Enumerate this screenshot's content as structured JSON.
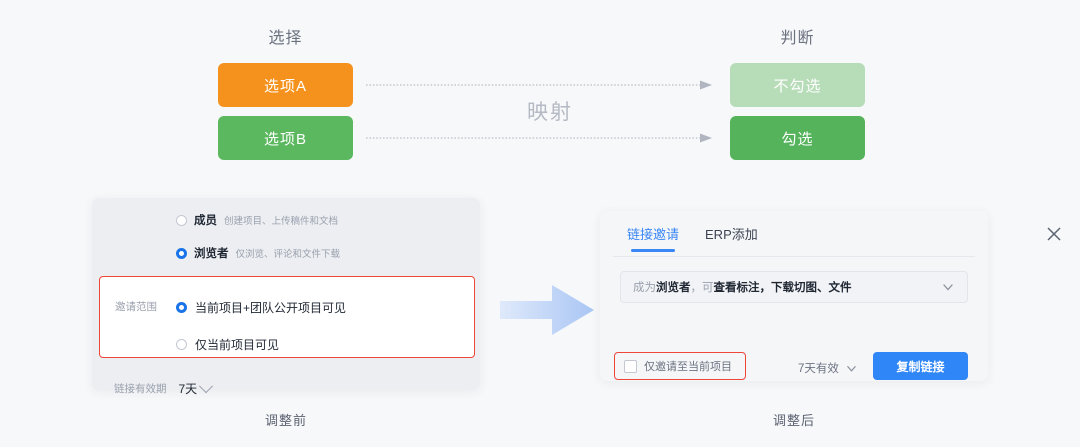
{
  "diagram": {
    "left_column_title": "选择",
    "right_column_title": "判断",
    "mapping_label": "映射",
    "boxes": {
      "option_a": "选项A",
      "option_b": "选项B",
      "unchecked": "不勾选",
      "checked": "勾选"
    },
    "colors": {
      "option_a_bg": "#f5921e",
      "option_b_bg": "#5bb85f",
      "unchecked_bg": "#b7dcb8",
      "checked_bg": "#55b35b",
      "connector": "#c5c9d1",
      "page_bg": "#f7f8fa"
    }
  },
  "before_panel": {
    "roles": [
      {
        "name": "成员",
        "desc": "创建项目、上传稿件和文档",
        "selected": false
      },
      {
        "name": "浏览者",
        "desc": "仅浏览、评论和文件下载",
        "selected": true
      }
    ],
    "scope_label": "邀请范围",
    "scope_options": [
      {
        "text": "当前项目+团队公开项目可见",
        "selected": true
      },
      {
        "text": "仅当前项目可见",
        "selected": false
      }
    ],
    "expiry_label": "链接有效期",
    "expiry_value": "7天",
    "highlight_color": "#ee4637"
  },
  "after_panel": {
    "tabs": [
      {
        "label": "链接邀请",
        "active": true
      },
      {
        "label": "ERP添加",
        "active": false
      }
    ],
    "close_icon": "close-icon",
    "role_select": {
      "prefix": "成为",
      "role": "浏览者",
      "separator": "，可",
      "permissions": "查看标注，下载切图、文件",
      "chevron": "chevron-down-icon"
    },
    "only_current_project": {
      "label": "仅邀请至当前项目",
      "checked": false
    },
    "validity": "7天有效",
    "copy_button": "复制链接",
    "accent_color": "#2f86f6",
    "highlight_color": "#ee4637"
  },
  "captions": {
    "before": "调整前",
    "after": "调整后"
  }
}
